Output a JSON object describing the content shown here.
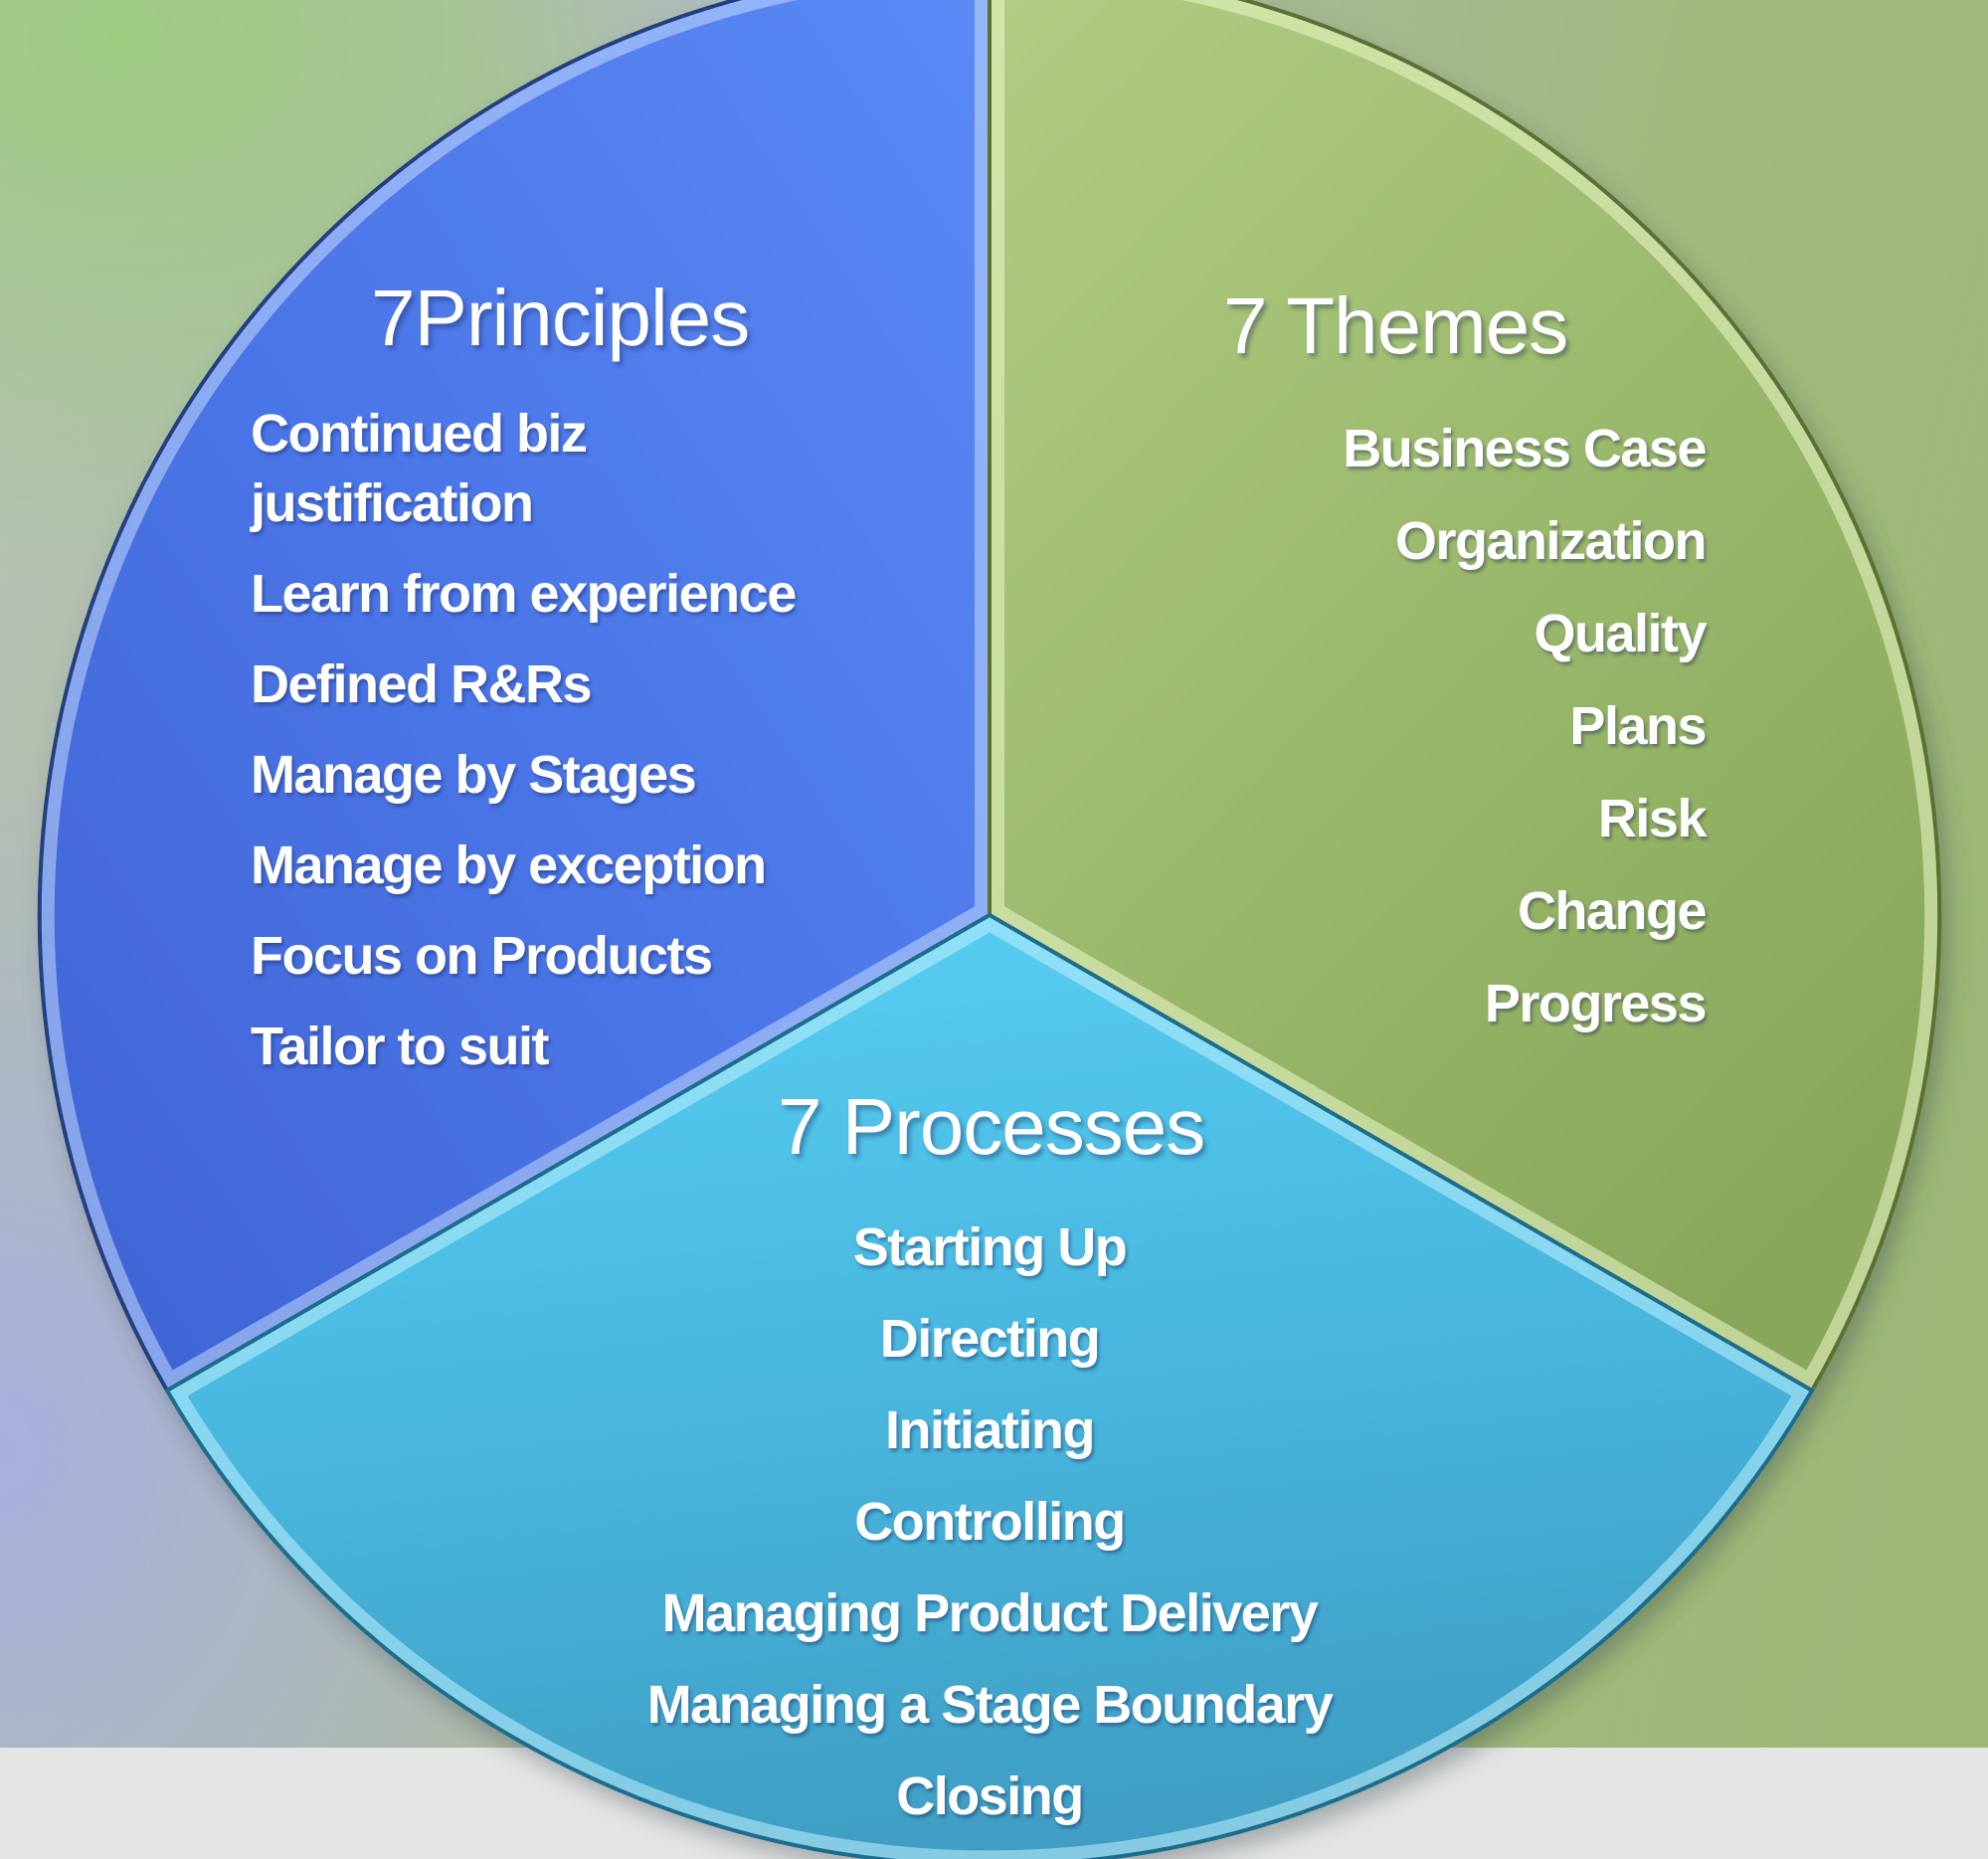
{
  "diagram": {
    "kind": "three-segment circular diagram",
    "segments": {
      "principles": {
        "heading": "7Principles",
        "color": "#4a74e6",
        "items": [
          "Continued biz justification",
          "Learn from experience",
          "Defined R&Rs",
          "Manage by Stages",
          "Manage by exception",
          "Focus on Products",
          "Tailor to suit"
        ]
      },
      "themes": {
        "heading": "7 Themes",
        "color": "#9cba6d",
        "items": [
          "Business Case",
          "Organization",
          "Quality",
          "Plans",
          "Risk",
          "Change",
          "Progress"
        ]
      },
      "processes": {
        "heading": "7 Processes",
        "color": "#47b8e0",
        "items": [
          "Starting Up",
          "Directing",
          "Initiating",
          "Controlling",
          "Managing Product Delivery",
          "Managing a Stage Boundary",
          "Closing"
        ]
      }
    }
  }
}
